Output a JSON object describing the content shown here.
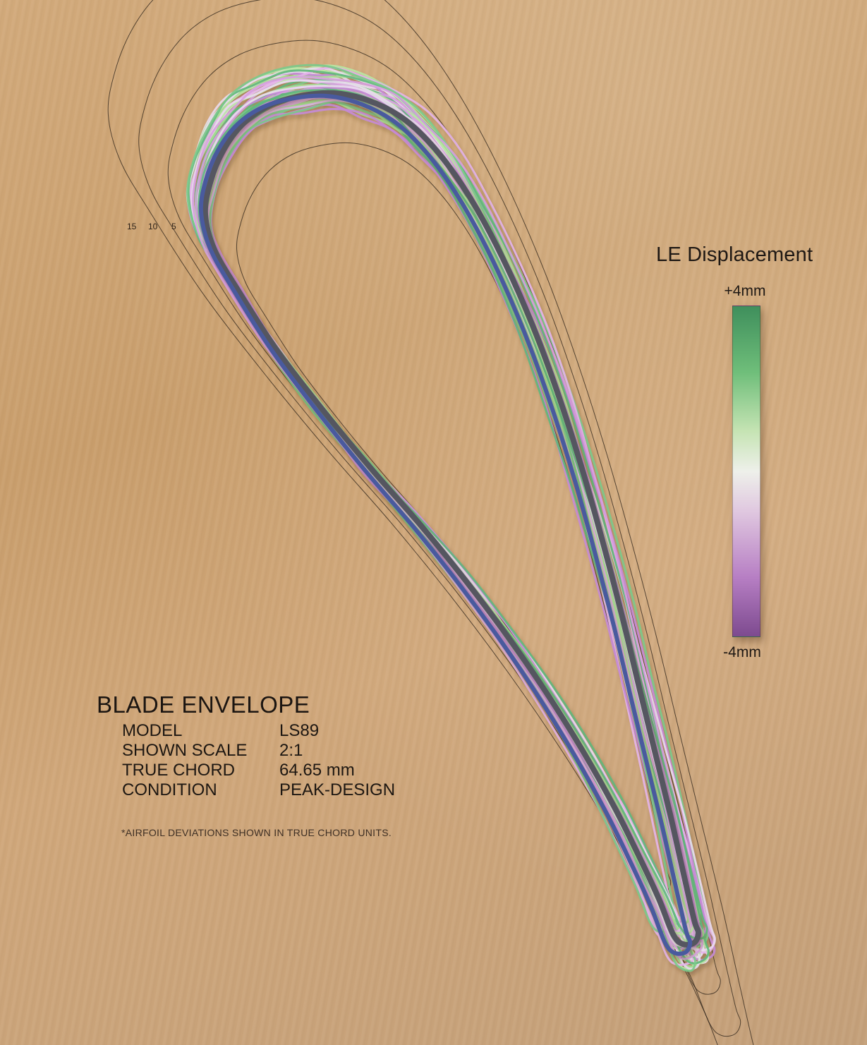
{
  "legend": {
    "title": "LE Displacement",
    "max_label": "+4mm",
    "min_label": "-4mm",
    "colors": [
      "#3f8f5c",
      "#6fbe7a",
      "#c6e4b4",
      "#eef0ea",
      "#e0c8e0",
      "#b77fc4",
      "#7d4a8f"
    ]
  },
  "offset_rings": {
    "labels": [
      "15",
      "10",
      "5"
    ],
    "values_mm": [
      15,
      10,
      5
    ],
    "line_color": "#2b2118"
  },
  "info": {
    "title": "BLADE ENVELOPE",
    "rows": [
      {
        "key": "MODEL",
        "value": "LS89"
      },
      {
        "key": "SHOWN SCALE",
        "value": "2:1"
      },
      {
        "key": "TRUE CHORD",
        "value": "64.65 mm"
      },
      {
        "key": "CONDITION",
        "value": "PEAK-DESIGN"
      }
    ],
    "footnote": "*AIRFOIL DEVIATIONS SHOWN IN TRUE CHORD UNITS."
  },
  "profiles": {
    "nominal_color": "#4a5a9e",
    "mean_color": "#555760",
    "variant_colors": [
      "#7bc98a",
      "#b9e7a4",
      "#d79fe0",
      "#c58ad6",
      "#eadcef",
      "#5fb77b",
      "#a6de94",
      "#e4b4ea"
    ]
  }
}
